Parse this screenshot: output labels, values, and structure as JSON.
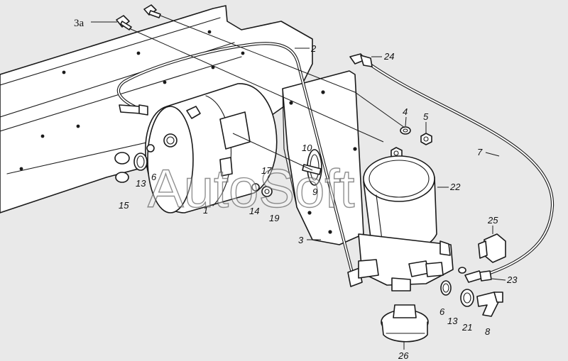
{
  "watermark": "AutoSoft",
  "callouts": {
    "c3a": "3а",
    "c2": "2",
    "c24": "24",
    "c4": "4",
    "c5": "5",
    "c7": "7",
    "c10": "10",
    "c17": "17",
    "c9": "9",
    "c22": "22",
    "c6a": "6",
    "c13a": "13",
    "c15": "15",
    "c1": "1",
    "c14": "14",
    "c19": "19",
    "c3": "3",
    "c25": "25",
    "c23": "23",
    "c6b": "6",
    "c13b": "13",
    "c21": "21",
    "c8": "8",
    "c26": "26"
  },
  "colors": {
    "background": "#e9e9e9",
    "ink": "#1a1a1a"
  }
}
